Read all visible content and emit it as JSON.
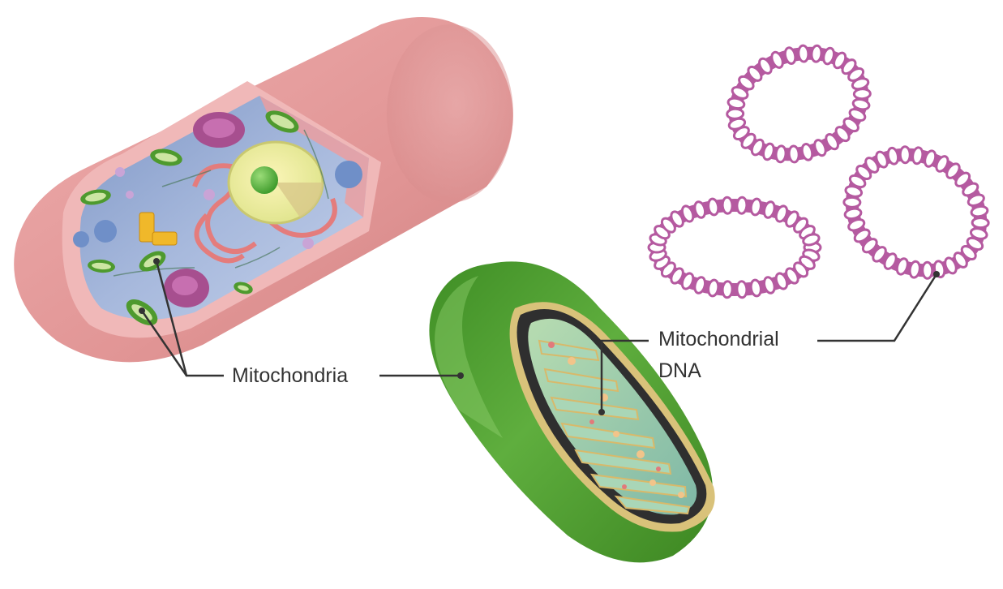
{
  "labels": {
    "mitochondria": "Mitochondria",
    "mito_dna_line1": "Mitochondrial",
    "mito_dna_line2": "DNA"
  },
  "colors": {
    "cell_membrane": "#e39a9a",
    "cell_interior": "#9fb3d8",
    "mitochondrion_outer": "#4e9a2e",
    "mitochondrion_inner": "#9ccfa8",
    "dna_ring": "#b55aa0",
    "leader_line": "#333333"
  }
}
